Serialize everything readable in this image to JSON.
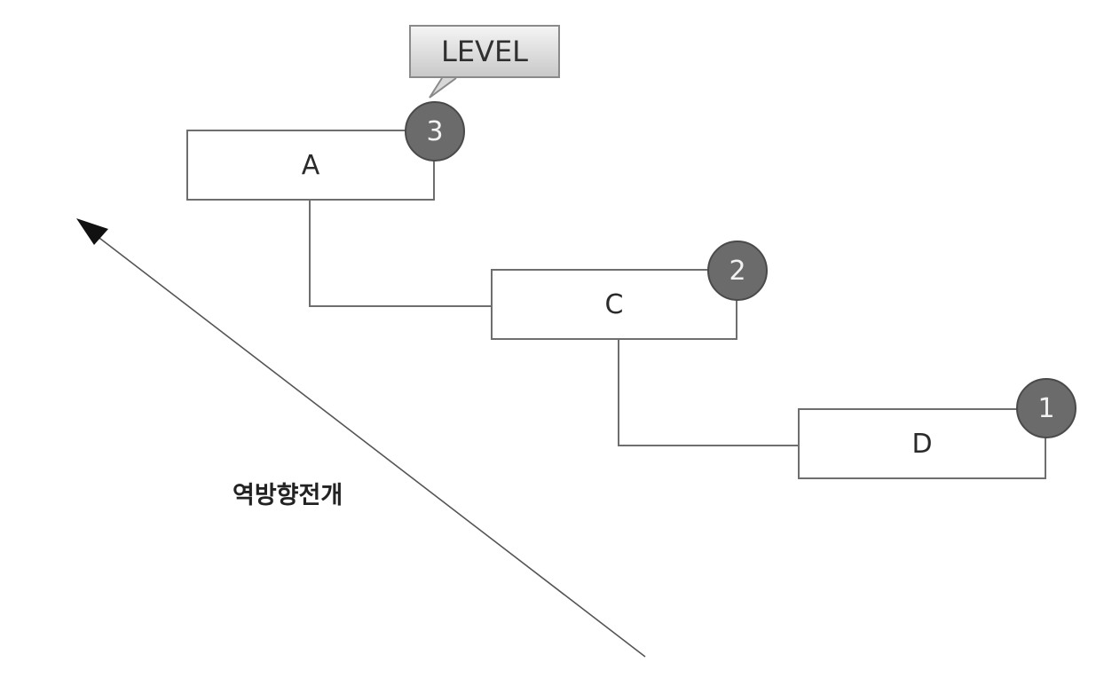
{
  "diagram": {
    "callout_label": "LEVEL",
    "caption": "역방향전개",
    "nodes": [
      {
        "id": "A",
        "label": "A",
        "level": "3"
      },
      {
        "id": "C",
        "label": "C",
        "level": "2"
      },
      {
        "id": "D",
        "label": "D",
        "level": "1"
      }
    ],
    "edges": [
      {
        "from": "A",
        "to": "C"
      },
      {
        "from": "C",
        "to": "D"
      }
    ],
    "colors": {
      "badge_fill": "#6b6b6b",
      "line": "#6e6e6e",
      "arrow": "#222222"
    }
  }
}
